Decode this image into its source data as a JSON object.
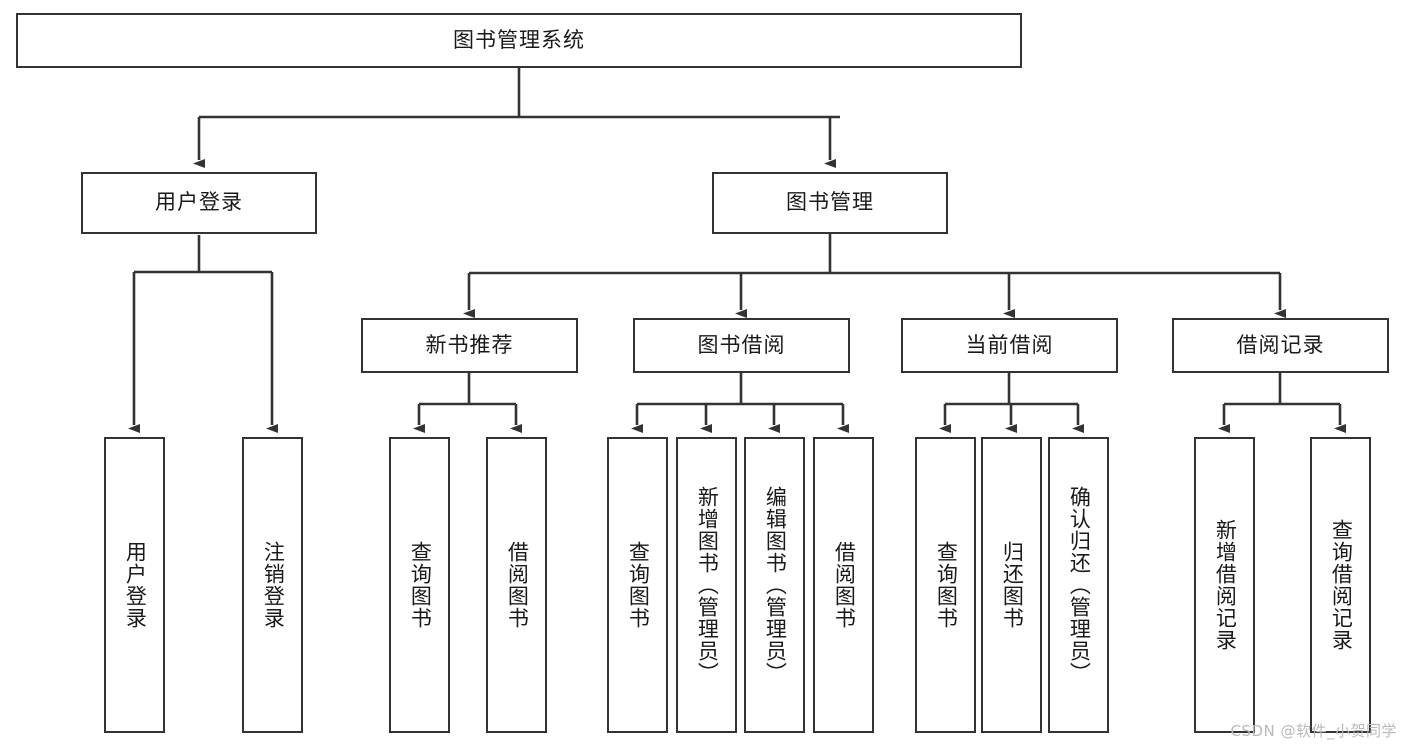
{
  "diagram": {
    "type": "tree-hierarchy",
    "title": "图书管理系统",
    "root": {
      "id": "root",
      "label": "图书管理系统"
    },
    "level1": [
      {
        "id": "user-login",
        "label": "用户登录"
      },
      {
        "id": "book-manage",
        "label": "图书管理"
      }
    ],
    "level2": [
      {
        "id": "new-book-recommend",
        "label": "新书推荐",
        "parent": "book-manage"
      },
      {
        "id": "book-borrow",
        "label": "图书借阅",
        "parent": "book-manage"
      },
      {
        "id": "current-borrow",
        "label": "当前借阅",
        "parent": "book-manage"
      },
      {
        "id": "borrow-record",
        "label": "借阅记录",
        "parent": "book-manage"
      }
    ],
    "leaves": [
      {
        "id": "leaf-user-login",
        "label": "用户登录",
        "parent": "user-login"
      },
      {
        "id": "leaf-logout-login",
        "label": "注销登录",
        "parent": "user-login"
      },
      {
        "id": "leaf-query-book-1",
        "label": "查询图书",
        "parent": "new-book-recommend"
      },
      {
        "id": "leaf-borrow-book-1",
        "label": "借阅图书",
        "parent": "new-book-recommend"
      },
      {
        "id": "leaf-query-book-2",
        "label": "查询图书",
        "parent": "book-borrow"
      },
      {
        "id": "leaf-add-book",
        "label": "新增图书（管理员）",
        "parent": "book-borrow"
      },
      {
        "id": "leaf-edit-book",
        "label": "编辑图书（管理员）",
        "parent": "book-borrow"
      },
      {
        "id": "leaf-borrow-book-2",
        "label": "借阅图书",
        "parent": "book-borrow"
      },
      {
        "id": "leaf-query-book-3",
        "label": "查询图书",
        "parent": "current-borrow"
      },
      {
        "id": "leaf-return-book",
        "label": "归还图书",
        "parent": "current-borrow"
      },
      {
        "id": "leaf-confirm-return",
        "label": "确认归还（管理员）",
        "parent": "current-borrow"
      },
      {
        "id": "leaf-add-record",
        "label": "新增借阅记录",
        "parent": "borrow-record"
      },
      {
        "id": "leaf-query-record",
        "label": "查询借阅记录",
        "parent": "borrow-record"
      }
    ],
    "colors": {
      "stroke": "#333333",
      "fill": "#ffffff",
      "text": "#1a1a1a",
      "watermark": "#b9b9b9"
    }
  },
  "watermark": {
    "text": "CSDN @软件_小贺同学"
  }
}
